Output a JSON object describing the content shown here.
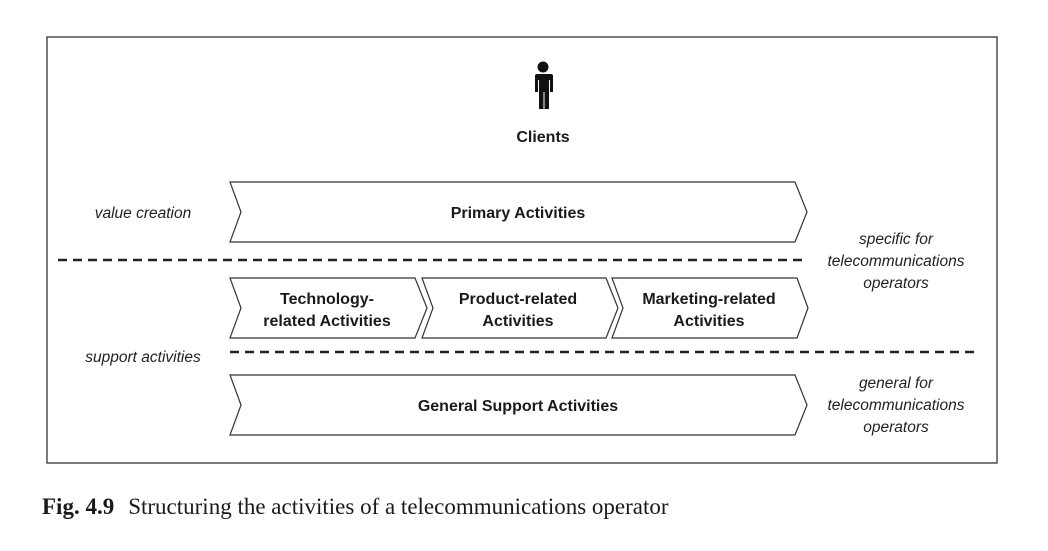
{
  "diagram": {
    "clients_label": "Clients",
    "person_icon": "person-icon",
    "left_labels": {
      "value_creation": "value creation",
      "support_activities": "support activities"
    },
    "primary_activities": "Primary Activities",
    "specific_activities": [
      {
        "line1": "Technology-",
        "line2": "related Activities"
      },
      {
        "line1": "Product-related",
        "line2": "Activities"
      },
      {
        "line1": "Marketing-related",
        "line2": "Activities"
      }
    ],
    "general_support": "General Support Activities",
    "right_labels": {
      "specific": [
        "specific for",
        "telecommunications",
        "operators"
      ],
      "general": [
        "general for",
        "telecommunications",
        "operators"
      ]
    }
  },
  "caption": {
    "figure_number": "Fig. 4.9",
    "text": "Structuring the activities of a telecommunications operator"
  }
}
